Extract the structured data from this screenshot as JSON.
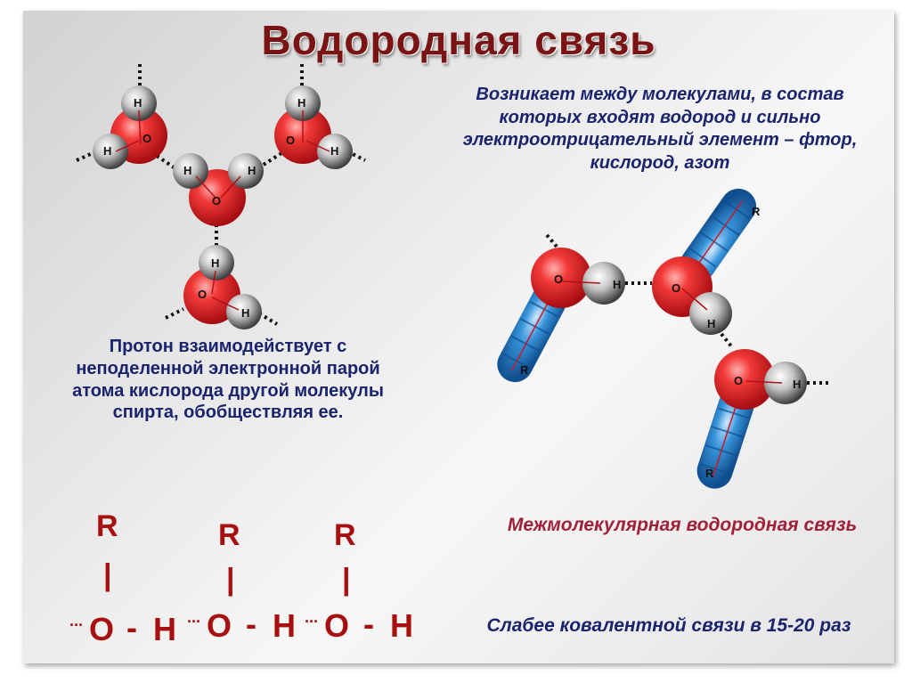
{
  "title": "Водородная связь",
  "text_top_right": "Возникает между молекулами, в состав которых входят водород и сильно электроотрицательный элемент – фтор, кислород, азот",
  "text_left": "Протон взаимодействует с неподеленной электронной парой атома кислорода другой молекулы спирта, обобществляя ее.",
  "caption_intermolecular": "Межмолекулярная водородная связь",
  "caption_weaker": "Слабее ковалентной связи в 15-20 раз",
  "atom_labels": {
    "h": "H",
    "o": "O",
    "r": "R"
  },
  "formula": {
    "r": "R",
    "bar": "|",
    "dots": "···",
    "o": "O",
    "dash": "-",
    "h": "H"
  },
  "colors": {
    "title": "#7a1313",
    "text_dark_blue": "#1a236c",
    "text_crimson": "#a0203a",
    "formula_red": "#a81010",
    "oxygen": "#e8262c",
    "hydrogen": "#cfcfcf",
    "radical": "#2b7fc4"
  }
}
